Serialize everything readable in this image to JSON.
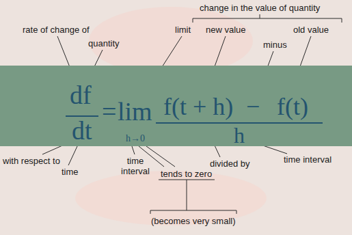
{
  "diagram": {
    "nodes": [
      {
        "text": [
          "df",
          "dt",
          "=",
          "lim",
          "h→0",
          "f(t + h)",
          "−",
          "f(t)",
          "h"
        ]
      }
    ],
    "labels": [
      "change in the value of quantity",
      "rate of change of",
      "limit",
      "new value",
      "old value",
      "minus",
      "quantity",
      "with respect to",
      "time",
      "time interval",
      "tends to zero",
      "divided by",
      "time interval",
      "(becomes very small)"
    ]
  }
}
